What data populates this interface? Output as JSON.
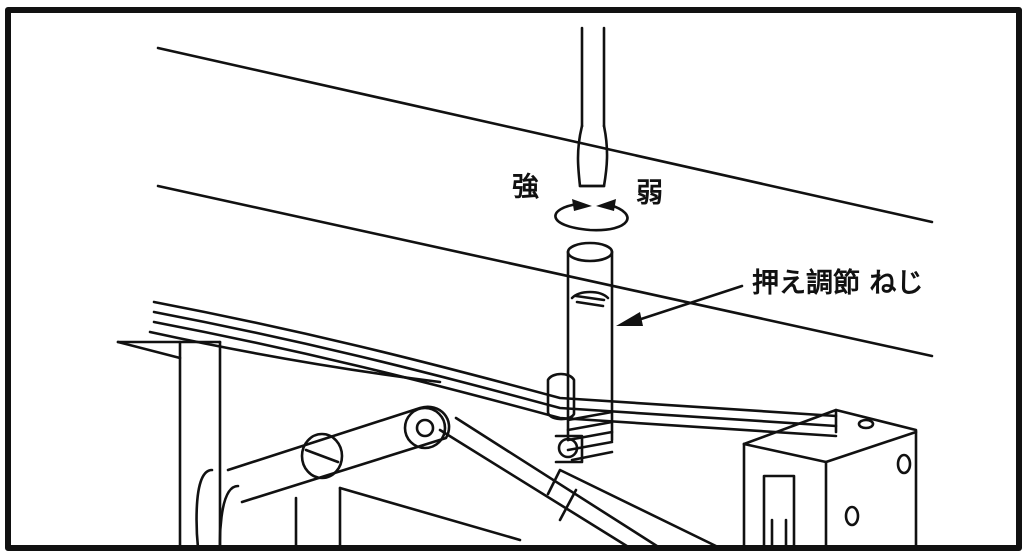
{
  "labels": {
    "strong": "強",
    "weak": "弱",
    "screw": "押え調節 ねじ"
  },
  "colors": {
    "line": "#111111",
    "background": "#ffffff"
  },
  "icons": {
    "rotation_arrow": "rotation-arrows-icon",
    "leader_arrow": "leader-arrow-icon"
  }
}
